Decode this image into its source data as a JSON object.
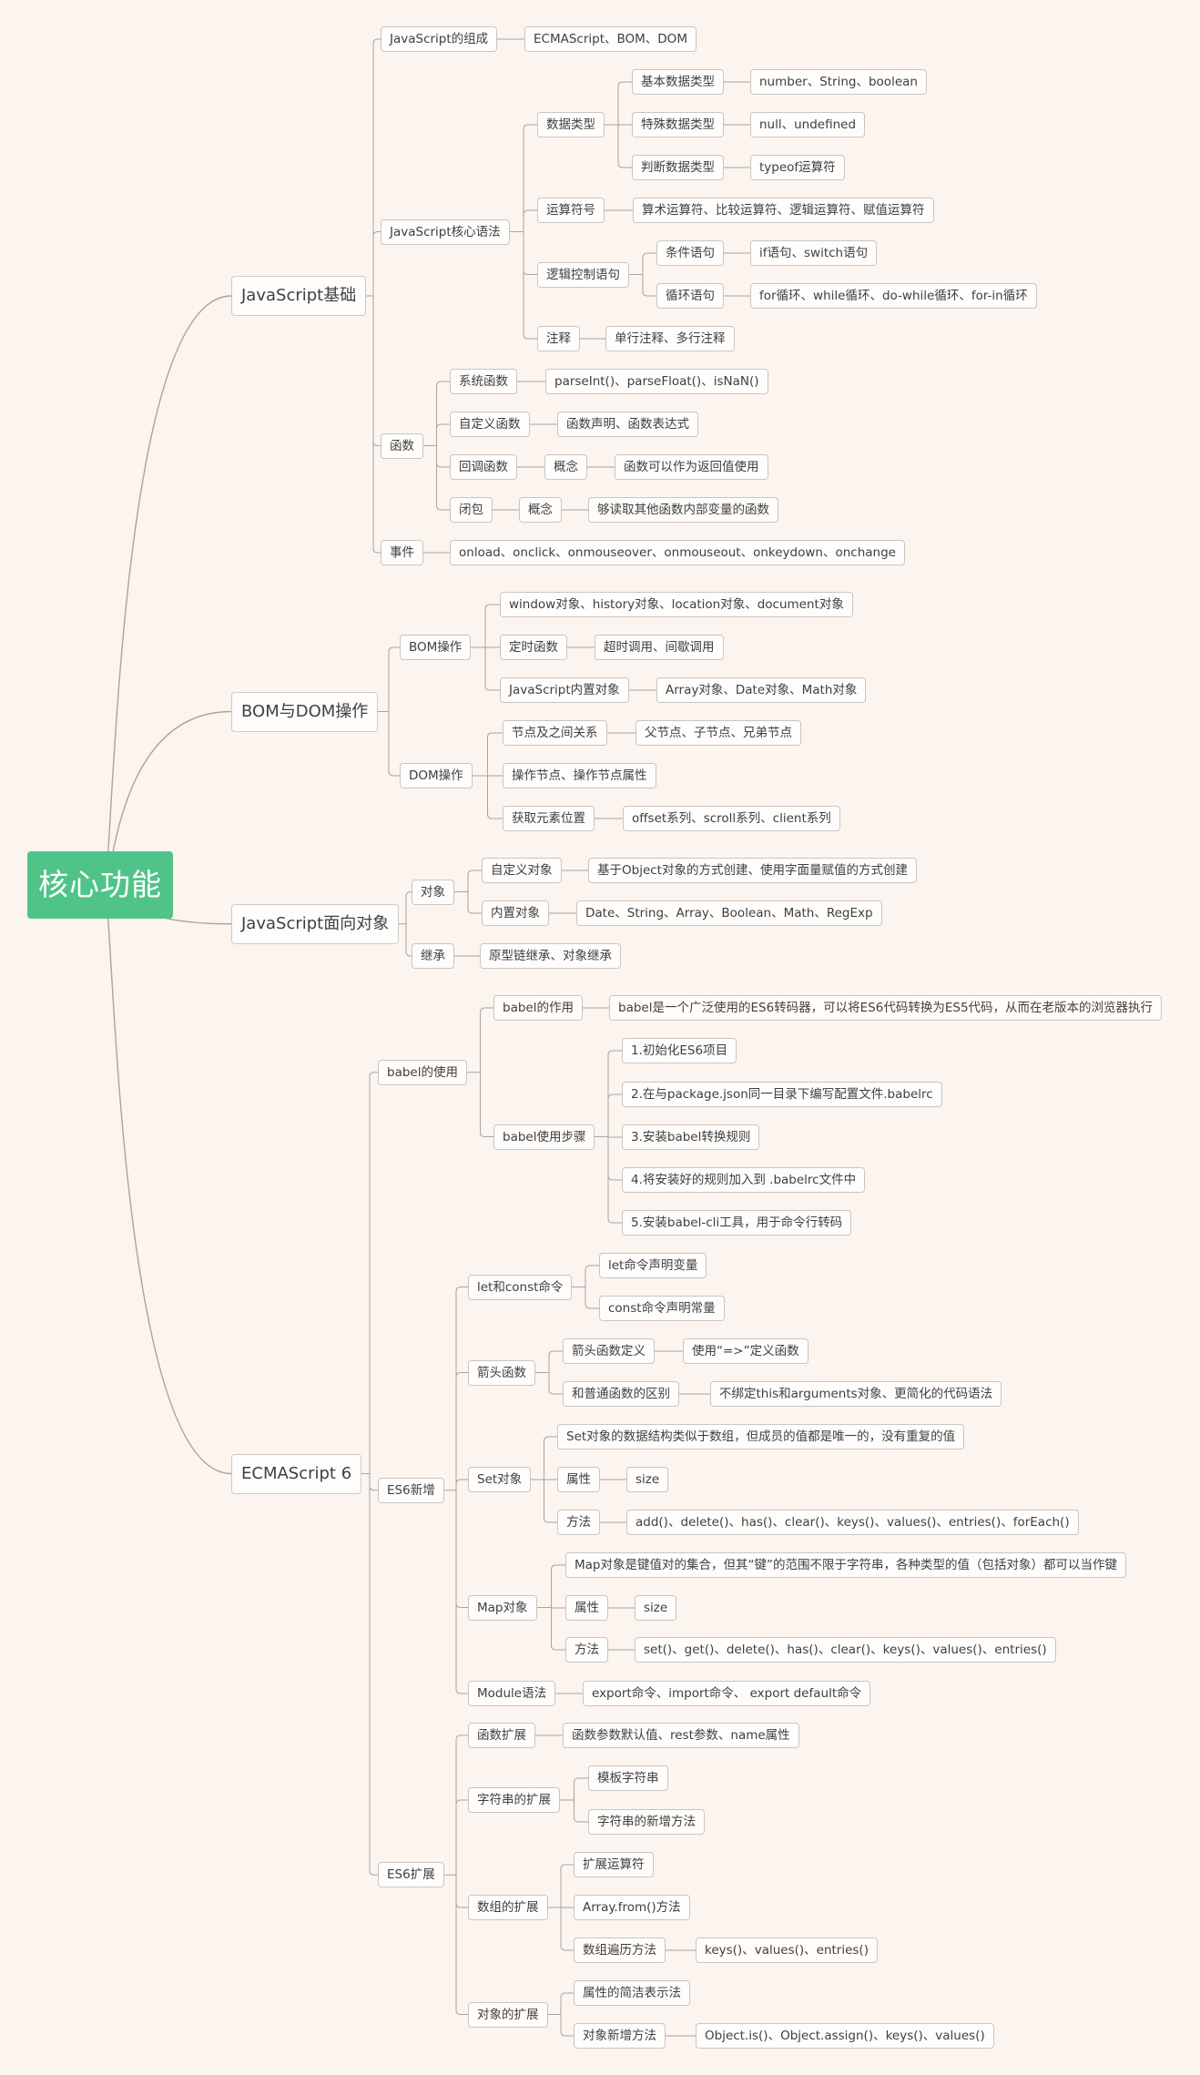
{
  "root": {
    "text": "核心功能",
    "children": [
      {
        "text": "JavaScript基础",
        "children": [
          {
            "text": "JavaScript的组成",
            "children": [
              {
                "text": "ECMAScript、BOM、DOM"
              }
            ]
          },
          {
            "text": "JavaScript核心语法",
            "children": [
              {
                "text": "数据类型",
                "children": [
                  {
                    "text": "基本数据类型",
                    "children": [
                      {
                        "text": "number、String、boolean"
                      }
                    ]
                  },
                  {
                    "text": "特殊数据类型",
                    "children": [
                      {
                        "text": "null、undefined"
                      }
                    ]
                  },
                  {
                    "text": "判断数据类型",
                    "children": [
                      {
                        "text": "typeof运算符"
                      }
                    ]
                  }
                ]
              },
              {
                "text": "运算符号",
                "children": [
                  {
                    "text": "算术运算符、比较运算符、逻辑运算符、赋值运算符"
                  }
                ]
              },
              {
                "text": "逻辑控制语句",
                "children": [
                  {
                    "text": "条件语句",
                    "children": [
                      {
                        "text": "if语句、switch语句"
                      }
                    ]
                  },
                  {
                    "text": "循环语句",
                    "children": [
                      {
                        "text": "for循环、while循环、do-while循环、for-in循环"
                      }
                    ]
                  }
                ]
              },
              {
                "text": "注释",
                "children": [
                  {
                    "text": "单行注释、多行注释"
                  }
                ]
              }
            ]
          },
          {
            "text": "函数",
            "children": [
              {
                "text": "系统函数",
                "children": [
                  {
                    "text": "parseInt()、parseFloat()、isNaN()"
                  }
                ]
              },
              {
                "text": "自定义函数",
                "children": [
                  {
                    "text": "函数声明、函数表达式"
                  }
                ]
              },
              {
                "text": "回调函数",
                "children": [
                  {
                    "text": "概念",
                    "children": [
                      {
                        "text": "函数可以作为返回值使用"
                      }
                    ]
                  }
                ]
              },
              {
                "text": "闭包",
                "children": [
                  {
                    "text": "概念",
                    "children": [
                      {
                        "text": "够读取其他函数内部变量的函数"
                      }
                    ]
                  }
                ]
              }
            ]
          },
          {
            "text": "事件",
            "children": [
              {
                "text": "onload、onclick、onmouseover、onmouseout、onkeydown、onchange"
              }
            ]
          }
        ]
      },
      {
        "text": "BOM与DOM操作",
        "children": [
          {
            "text": "BOM操作",
            "children": [
              {
                "text": "window对象、history对象、location对象、document对象"
              },
              {
                "text": "定时函数",
                "children": [
                  {
                    "text": "超时调用、间歇调用"
                  }
                ]
              },
              {
                "text": "JavaScript内置对象",
                "children": [
                  {
                    "text": "Array对象、Date对象、Math对象"
                  }
                ]
              }
            ]
          },
          {
            "text": "DOM操作",
            "children": [
              {
                "text": "节点及之间关系",
                "children": [
                  {
                    "text": "父节点、子节点、兄弟节点"
                  }
                ]
              },
              {
                "text": "操作节点、操作节点属性"
              },
              {
                "text": "获取元素位置",
                "children": [
                  {
                    "text": "offset系列、scroll系列、client系列"
                  }
                ]
              }
            ]
          }
        ]
      },
      {
        "text": "JavaScript面向对象",
        "children": [
          {
            "text": "对象",
            "children": [
              {
                "text": "自定义对象",
                "children": [
                  {
                    "text": "基于Object对象的方式创建、使用字面量赋值的方式创建"
                  }
                ]
              },
              {
                "text": "内置对象",
                "children": [
                  {
                    "text": "Date、String、Array、Boolean、Math、RegExp"
                  }
                ]
              }
            ]
          },
          {
            "text": "继承",
            "children": [
              {
                "text": "原型链继承、对象继承"
              }
            ]
          }
        ]
      },
      {
        "text": "ECMAScript 6",
        "children": [
          {
            "text": "babel的使用",
            "children": [
              {
                "text": "babel的作用",
                "children": [
                  {
                    "text": "babel是一个广泛使用的ES6转码器，可以将ES6代码转换为ES5代码，从而在老版本的浏览器执行"
                  }
                ]
              },
              {
                "text": "babel使用步骤",
                "children": [
                  {
                    "text": "1.初始化ES6项目"
                  },
                  {
                    "text": "2.在与package.json同一目录下编写配置文件.babelrc"
                  },
                  {
                    "text": "3.安装babel转换规则"
                  },
                  {
                    "text": "4.将安装好的规则加入到 .babelrc文件中"
                  },
                  {
                    "text": "5.安装babel-cli工具，用于命令行转码"
                  }
                ]
              }
            ]
          },
          {
            "text": "ES6新增",
            "children": [
              {
                "text": "let和const命令",
                "children": [
                  {
                    "text": "let命令声明变量"
                  },
                  {
                    "text": "const命令声明常量"
                  }
                ]
              },
              {
                "text": "箭头函数",
                "children": [
                  {
                    "text": "箭头函数定义",
                    "children": [
                      {
                        "text": "使用“=>”定义函数"
                      }
                    ]
                  },
                  {
                    "text": "和普通函数的区别",
                    "children": [
                      {
                        "text": "不绑定this和arguments对象、更简化的代码语法"
                      }
                    ]
                  }
                ]
              },
              {
                "text": "Set对象",
                "children": [
                  {
                    "text": "Set对象的数据结构类似于数组，但成员的值都是唯一的，没有重复的值"
                  },
                  {
                    "text": "属性",
                    "children": [
                      {
                        "text": "size"
                      }
                    ]
                  },
                  {
                    "text": "方法",
                    "children": [
                      {
                        "text": "add()、delete()、has()、clear()、keys()、values()、entries()、forEach()"
                      }
                    ]
                  }
                ]
              },
              {
                "text": "Map对象",
                "children": [
                  {
                    "text": "Map对象是键值对的集合，但其“键”的范围不限于字符串，各种类型的值（包括对象）都可以当作键"
                  },
                  {
                    "text": "属性",
                    "children": [
                      {
                        "text": "size"
                      }
                    ]
                  },
                  {
                    "text": "方法",
                    "children": [
                      {
                        "text": "set()、get()、delete()、has()、clear()、keys()、values()、entries()"
                      }
                    ]
                  }
                ]
              },
              {
                "text": "Module语法",
                "children": [
                  {
                    "text": "export命令、import命令、 export default命令"
                  }
                ]
              }
            ]
          },
          {
            "text": "ES6扩展",
            "children": [
              {
                "text": "函数扩展",
                "children": [
                  {
                    "text": "函数参数默认值、rest参数、name属性"
                  }
                ]
              },
              {
                "text": "字符串的扩展",
                "children": [
                  {
                    "text": "模板字符串"
                  },
                  {
                    "text": "字符串的新增方法"
                  }
                ]
              },
              {
                "text": "数组的扩展",
                "children": [
                  {
                    "text": "扩展运算符"
                  },
                  {
                    "text": "Array.from()方法"
                  },
                  {
                    "text": "数组遍历方法",
                    "children": [
                      {
                        "text": "keys()、values()、entries()"
                      }
                    ]
                  }
                ]
              },
              {
                "text": "对象的扩展",
                "children": [
                  {
                    "text": "属性的简洁表示法"
                  },
                  {
                    "text": "对象新增方法",
                    "children": [
                      {
                        "text": "Object.is()、Object.assign()、keys()、values()"
                      }
                    ]
                  }
                ]
              }
            ]
          }
        ]
      }
    ]
  }
}
